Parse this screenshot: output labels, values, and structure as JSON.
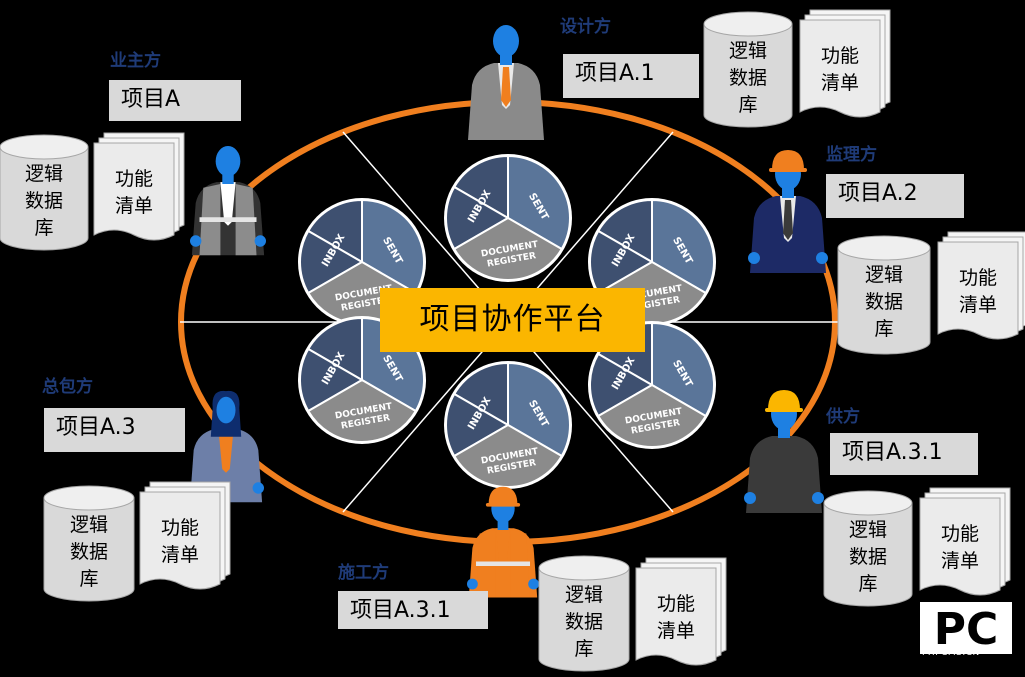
{
  "platform": {
    "title": "项目协作平台"
  },
  "pie_labels": {
    "inbox": "INBOX",
    "sent": "SENT",
    "register_1": "DOCUMENT",
    "register_2": "REGISTER"
  },
  "roles": {
    "owner": {
      "label": "业主方",
      "project": "项目A"
    },
    "designer": {
      "label": "设计方",
      "project": "项目A.1"
    },
    "supervisor": {
      "label": "监理方",
      "project": "项目A.2"
    },
    "general_contractor": {
      "label": "总包方",
      "project": "项目A.3"
    },
    "supplier": {
      "label": "供方",
      "project": "项目A.3.1"
    },
    "constructor": {
      "label": "施工方",
      "project": "项目A.3.1"
    }
  },
  "docs": {
    "database_lines": [
      "逻辑",
      "数据",
      "库"
    ],
    "function_lines": [
      "功能",
      "清单"
    ]
  },
  "watermark": {
    "logo": "PC",
    "text": "PHPCMS.CN"
  },
  "colors": {
    "ellipse": "#f07f1f",
    "pie_dark": "#3e5070",
    "pie_mid": "#5a7599",
    "pie_gray": "#8b8b8b",
    "label_blue": "#1f3b78",
    "platform": "#fbb600",
    "project_box": "#d9d9d9",
    "person_blue": "#1e80e2"
  }
}
